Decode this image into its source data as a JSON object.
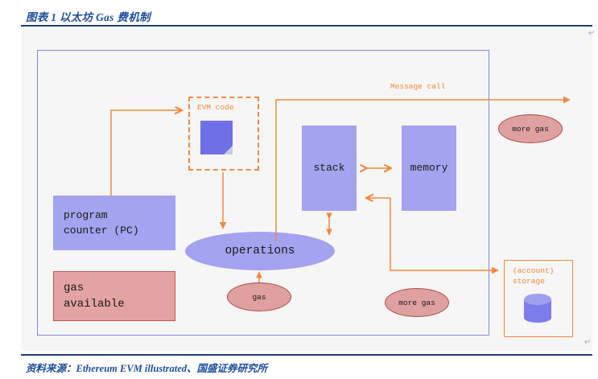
{
  "figure": {
    "title": "图表 1 以太坊 Gas 费机制",
    "source": "资料来源：Ethereum EVM illustrated、国盛证券研究所"
  },
  "diagram": {
    "type": "flow-diagram",
    "accent_orange": "#f7873c",
    "purple_fill": "#a3a3ef",
    "red_fill": "#dfa0a0",
    "red_stroke": "#b04a48",
    "nodes": [
      {
        "id": "program-counter",
        "label": "program\ncounter (PC)",
        "shape": "rect",
        "style": "purple"
      },
      {
        "id": "gas-available",
        "label": "gas\navailable",
        "shape": "rect",
        "style": "red"
      },
      {
        "id": "evm-code",
        "label": "EVM code",
        "shape": "dashed-group",
        "style": "orange"
      },
      {
        "id": "operations",
        "label": "operations",
        "shape": "ellipse",
        "style": "purple"
      },
      {
        "id": "gas",
        "label": "gas",
        "shape": "ellipse",
        "style": "red"
      },
      {
        "id": "stack",
        "label": "stack",
        "shape": "rect",
        "style": "purple"
      },
      {
        "id": "memory",
        "label": "memory",
        "shape": "rect",
        "style": "purple"
      },
      {
        "id": "more-gas-top",
        "label": "more gas",
        "shape": "ellipse",
        "style": "red"
      },
      {
        "id": "more-gas-bottom",
        "label": "more gas",
        "shape": "ellipse",
        "style": "red"
      },
      {
        "id": "account-storage",
        "label": "(account)\nstorage",
        "shape": "group",
        "style": "orange"
      }
    ],
    "edge_labels": [
      {
        "id": "message-call",
        "label": "Message call"
      }
    ],
    "marks": {
      "pilcrow_right": "↵",
      "pilcrow_bottom": "↵"
    }
  }
}
